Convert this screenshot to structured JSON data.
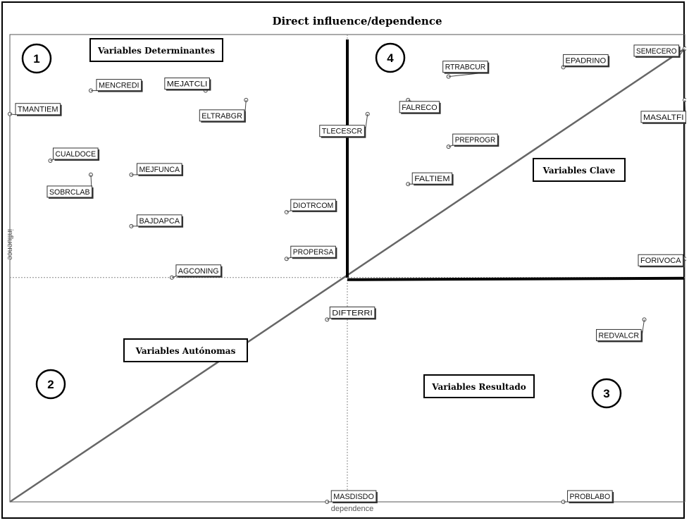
{
  "chart_data": {
    "type": "scatter",
    "title": "Direct influence/dependence",
    "xlabel": "dependence",
    "ylabel": "influence",
    "points": [
      {
        "label": "TMANTIEM",
        "x": 0.0,
        "y": 0.83
      },
      {
        "label": "MENCREDI",
        "x": 0.12,
        "y": 0.88
      },
      {
        "label": "MEJATCLI",
        "x": 0.29,
        "y": 0.88
      },
      {
        "label": "ELTRABGR",
        "x": 0.35,
        "y": 0.86
      },
      {
        "label": "CUALDOCE",
        "x": 0.06,
        "y": 0.73
      },
      {
        "label": "SOBRCLAB",
        "x": 0.12,
        "y": 0.7
      },
      {
        "label": "MEJFUNCA",
        "x": 0.18,
        "y": 0.7
      },
      {
        "label": "BAJDAPCA",
        "x": 0.18,
        "y": 0.59
      },
      {
        "label": "DIOTRCOM",
        "x": 0.41,
        "y": 0.62
      },
      {
        "label": "PROPERSA",
        "x": 0.41,
        "y": 0.52
      },
      {
        "label": "AGCONING",
        "x": 0.24,
        "y": 0.48
      },
      {
        "label": "RTRABCUR",
        "x": 0.65,
        "y": 0.91
      },
      {
        "label": "EPADRINO",
        "x": 0.82,
        "y": 0.93
      },
      {
        "label": "SEMECERO",
        "x": 1.0,
        "y": 0.97
      },
      {
        "label": "TLECESCR",
        "x": 0.53,
        "y": 0.83
      },
      {
        "label": "FALRECO",
        "x": 0.59,
        "y": 0.86
      },
      {
        "label": "PREPROGR",
        "x": 0.65,
        "y": 0.76
      },
      {
        "label": "FALTIEM",
        "x": 0.59,
        "y": 0.68
      },
      {
        "label": "MASALTFI",
        "x": 1.0,
        "y": 0.86
      },
      {
        "label": "FORIVOCA",
        "x": 1.0,
        "y": 0.52
      },
      {
        "label": "DIFTERRI",
        "x": 0.47,
        "y": 0.39
      },
      {
        "label": "REDVALCR",
        "x": 0.94,
        "y": 0.39
      },
      {
        "label": "MASDISDO",
        "x": 0.47,
        "y": 0.0
      },
      {
        "label": "PROBLABO",
        "x": 0.82,
        "y": 0.0
      }
    ],
    "xlim": [
      0,
      1
    ],
    "ylim": [
      0,
      1
    ],
    "mean_x": 0.5,
    "mean_y": 0.48,
    "grid": false,
    "quadrants": [
      {
        "number": "1",
        "label": "Variables Determinantes"
      },
      {
        "number": "2",
        "label": "Variables Autónomas"
      },
      {
        "number": "3",
        "label": "Variables Resultado"
      },
      {
        "number": "4",
        "label": "Variables Clave"
      }
    ]
  }
}
